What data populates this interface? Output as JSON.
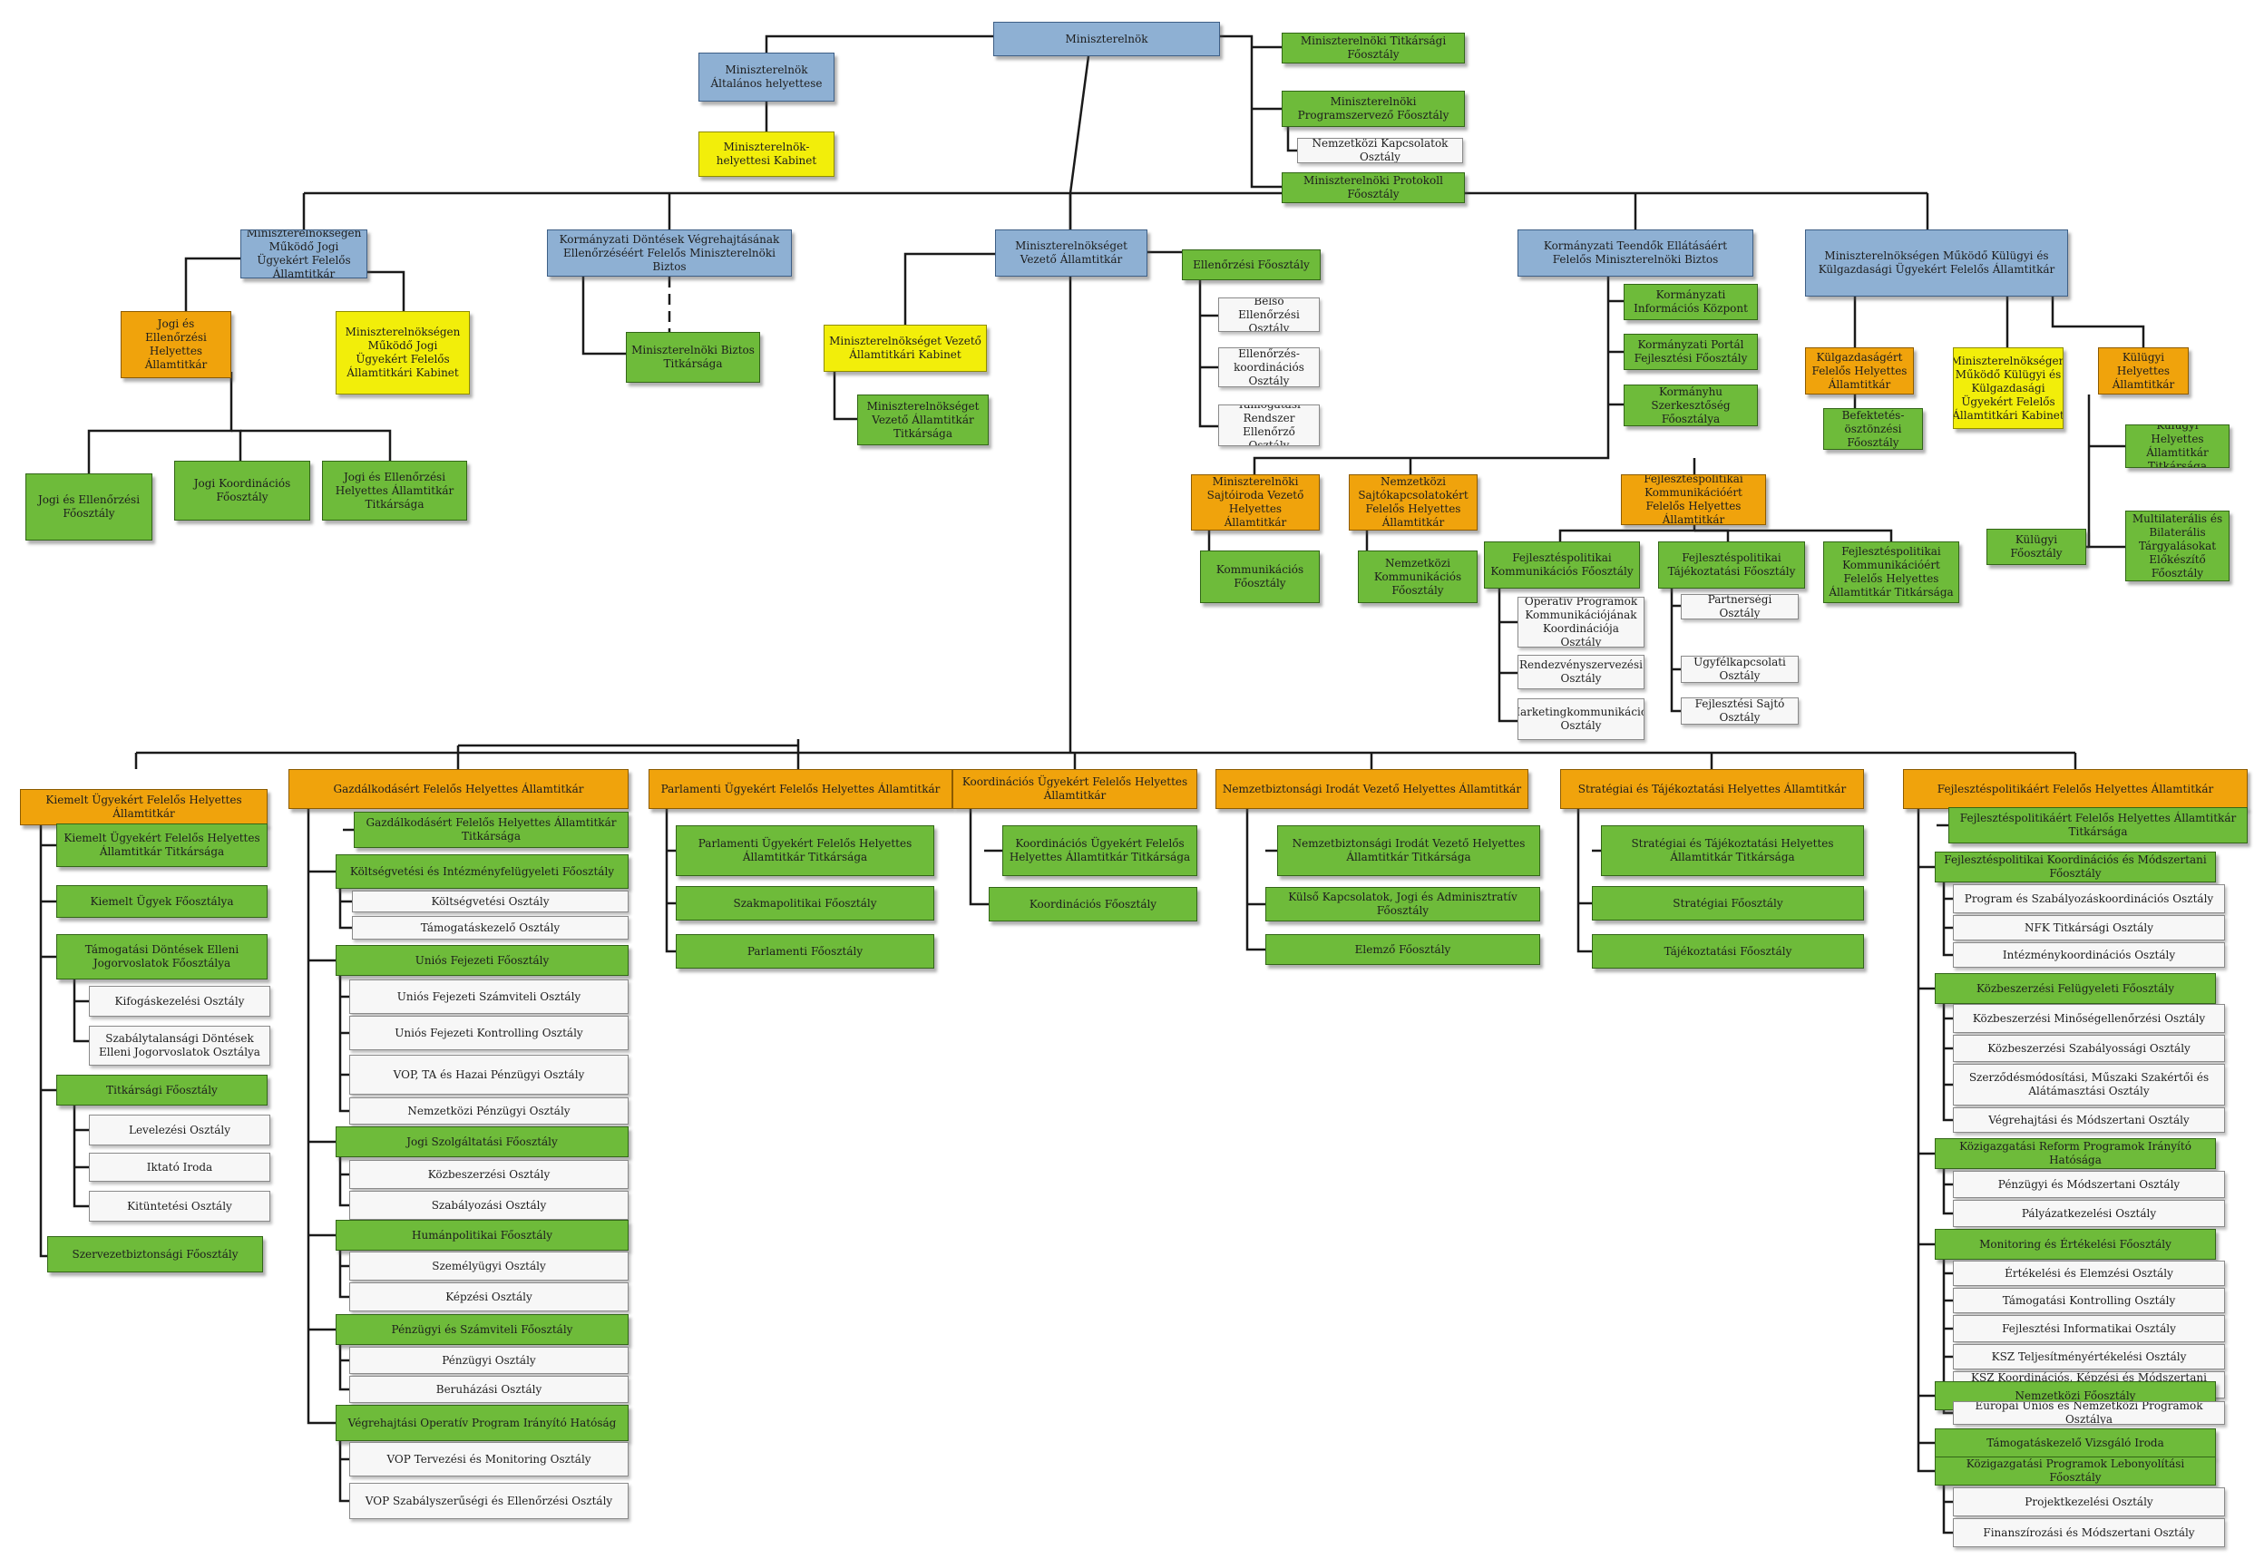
{
  "nodes": {
    "root": "Miniszterelnök",
    "n_alt": "Miniszterelnök Általános helyettese",
    "n_altkab": "Miniszterelnök-helyettesi Kabinet",
    "n_titk": "Miniszterelnöki Titkársági Főosztály",
    "n_prog": "Miniszterelnöki Programszervező Főosztály",
    "n_nemz": "Nemzetközi Kapcsolatok Osztály",
    "n_prot": "Miniszterelnöki Protokoll Főosztály",
    "b1": "Miniszterelnökségen Működő Jogi Ügyekért Felelős Államtitkár",
    "b1_o": "Jogi és Ellenőrzési Helyettes Államtitkár",
    "b1_y": "Miniszterelnökségen Működő Jogi Ügyekért Felelős Államtitkári Kabinet",
    "b1_g1": "Jogi és Ellenőrzési Főosztály",
    "b1_g2": "Jogi Koordinációs Főosztály",
    "b1_g3": "Jogi és Ellenőrzési Helyettes Államtitkár Titkársága",
    "b2": "Kormányzati Döntések Végrehajtásának Ellenőrzéséért Felelős Miniszterelnöki Biztos",
    "b2_g": "Miniszterelnöki Biztos Titkársága",
    "b3": "Miniszterelnökséget Vezető Államtitkár",
    "b3_y": "Miniszterelnökséget Vezető Államtitkári Kabinet",
    "b3_g": "Miniszterelnökséget Vezető Államtitkár Titkársága",
    "b3_e": "Ellenőrzési Főosztály",
    "b3_e1": "Belső Ellenőrzési Osztály",
    "b3_e2": "Ellenőrzés-koordinációs Osztály",
    "b3_e3": "Támogatási Rendszer Ellenőrző Osztály",
    "b4": "Kormányzati Teendők Ellátásáért Felelős Miniszterelnöki Biztos",
    "b4_g1": "Kormányzati Információs Központ",
    "b4_g2": "Kormányzati Portál Fejlesztési Főosztály",
    "b4_g3": "Kormányhu Szerkesztőség Főosztálya",
    "o1": "Miniszterelnöki Sajtóiroda Vezető Helyettes Államtitkár",
    "o1_g": "Kommunikációs Főosztály",
    "o2": "Nemzetközi Sajtókapcsolatokért Felelős Helyettes Államtitkár",
    "o2_g": "Nemzetközi Kommunikációs Főosztály",
    "o3": "Fejlesztéspolitikai Kommunikációért Felelős Helyettes Államtitkár",
    "o3_g1": "Fejlesztéspolitikai Kommunikációs Főosztály",
    "o3_w1": "Operatív Programok Kommunikációjának Koordinációja Osztály",
    "o3_w2": "Rendezvényszervezési Osztály",
    "o3_w3": "Marketingkommunikációs Osztály",
    "o3_g2": "Fejlesztéspolitikai Tájékoztatási Főosztály",
    "o3_w4": "Partnerségi Osztály",
    "o3_w5": "Ügyfélkapcsolati Osztály",
    "o3_w6": "Fejlesztési Sajtó Osztály",
    "o3_g3": "Fejlesztéspolitikai Kommunikációért Felelős Helyettes Államtitkár Titkársága",
    "b5": "Miniszterelnökségen Működő Külügyi és Külgazdasági Ügyekért Felelős Államtitkár",
    "b5_o1": "Külgazdaságért Felelős Helyettes Államtitkár",
    "b5_g1": "Befektetés-ösztönzési Főosztály",
    "b5_y": "Miniszterelnökségen Működő Külügyi és Külgazdasági Ügyekért Felelős Államtitkári Kabinet",
    "b5_o2": "Külügyi Helyettes Államtitkár",
    "b5_g2": "Külügyi Helyettes Államtitkár Titkársága",
    "b5_g3": "Külügyi Főosztály",
    "b5_g4": "Multilaterális és Bilaterális Tárgyalásokat Előkészítő Főosztály",
    "c1": "Kiemelt Ügyekért Felelős Helyettes Államtitkár",
    "c1_a": "Kiemelt Ügyekért Felelős Helyettes Államtitkár Titkársága",
    "c1_b": "Kiemelt Ügyek Főosztálya",
    "c1_c": "Támogatási Döntések Elleni Jogorvoslatok Főosztálya",
    "c1_c1": "Kifogáskezelési Osztály",
    "c1_c2": "Szabálytalansági Döntések Elleni Jogorvoslatok Osztálya",
    "c1_d": "Titkársági Főosztály",
    "c1_d1": "Levelezési Osztály",
    "c1_d2": "Iktató Iroda",
    "c1_d3": "Kitüntetési Osztály",
    "c1_e": "Szervezetbiztonsági Főosztály",
    "c2": "Gazdálkodásért Felelős Helyettes Államtitkár",
    "c2_a": "Gazdálkodásért Felelős Helyettes Államtitkár Titkársága",
    "c2_b": "Költségvetési és Intézményfelügyeleti Főosztály",
    "c2_b1": "Költségvetési Osztály",
    "c2_b2": "Támogatáskezelő Osztály",
    "c2_c": "Uniós Fejezeti Főosztály",
    "c2_c1": "Uniós Fejezeti Számviteli Osztály",
    "c2_c2": "Uniós Fejezeti Kontrolling Osztály",
    "c2_c3": "VOP, TA és Hazai Pénzügyi Osztály",
    "c2_c4": "Nemzetközi Pénzügyi Osztály",
    "c2_d": "Jogi Szolgáltatási Főosztály",
    "c2_d1": "Közbeszerzési Osztály",
    "c2_d2": "Szabályozási Osztály",
    "c2_e": "Humánpolitikai Főosztály",
    "c2_e1": "Személyügyi Osztály",
    "c2_e2": "Képzési Osztály",
    "c2_f": "Pénzügyi és Számviteli Főosztály",
    "c2_f1": "Pénzügyi Osztály",
    "c2_f2": "Beruházási Osztály",
    "c2_g": "Végrehajtási Operatív Program Irányító Hatóság",
    "c2_g1": "VOP Tervezési és Monitoring Osztály",
    "c2_g2": "VOP Szabályszerűségi és Ellenőrzési Osztály",
    "c3": "Parlamenti Ügyekért Felelős Helyettes Államtitkár",
    "c3_a": "Parlamenti Ügyekért Felelős Helyettes Államtitkár Titkársága",
    "c3_b": "Szakmapolitikai Főosztály",
    "c3_c": "Parlamenti Főosztály",
    "c4": "Koordinációs Ügyekért Felelős Helyettes Államtitkár",
    "c4_a": "Koordinációs Ügyekért Felelős Helyettes Államtitkár Titkársága",
    "c4_b": "Koordinációs Főosztály",
    "c5": "Nemzetbiztonsági Irodát Vezető Helyettes Államtitkár",
    "c5_a": "Nemzetbiztonsági Irodát Vezető Helyettes Államtitkár Titkársága",
    "c5_b": "Külső Kapcsolatok, Jogi és Adminisztratív Főosztály",
    "c5_c": "Elemző Főosztály",
    "c6": "Stratégiai és Tájékoztatási Helyettes Államtitkár",
    "c6_a": "Stratégiai és Tájékoztatási Helyettes Államtitkár Titkársága",
    "c6_b": "Stratégiai Főosztály",
    "c6_c": "Tájékoztatási Főosztály",
    "c7": "Fejlesztéspolitikáért Felelős Helyettes Államtitkár",
    "c7_a": "Fejlesztéspolitikáért Felelős Helyettes Államtitkár Titkársága",
    "c7_b": "Fejlesztéspolitikai Koordinációs és Módszertani Főosztály",
    "c7_b1": "Program és Szabályozáskoordinációs Osztály",
    "c7_b2": "NFK Titkársági Osztály",
    "c7_b3": "Intézménykoordinációs Osztály",
    "c7_c": "Közbeszerzési Felügyeleti Főosztály",
    "c7_c1": "Közbeszerzési Minőségellenőrzési Osztály",
    "c7_c2": "Közbeszerzési Szabályossági Osztály",
    "c7_c3": "Szerződésmódosítási, Műszaki Szakértői és Alátámasztási Osztály",
    "c7_c4": "Végrehajtási és Módszertani Osztály",
    "c7_d": "Közigazgatási Reform Programok Irányító Hatósága",
    "c7_d1": "Pénzügyi és Módszertani Osztály",
    "c7_d2": "Pályázatkezelési Osztály",
    "c7_e": "Monitoring és Értékelési Főosztály",
    "c7_e1": "Értékelési és Elemzési Osztály",
    "c7_e2": "Támogatási Kontrolling Osztály",
    "c7_e3": "Fejlesztési Informatikai Osztály",
    "c7_e4": "KSZ Teljesítményértékelési Osztály",
    "c7_e5": "KSZ Koordinációs, Képzési és Módszertani Osztály",
    "c7_f": "Nemzetközi Főosztály",
    "c7_f1": "Európai Uniós és Nemzetközi Programok Osztálya",
    "c7_g": "Támogatáskezelő Vizsgáló Iroda",
    "c7_h": "Közigazgatási Programok Lebonyolítási Főosztály",
    "c7_h1": "Projektkezelési Osztály",
    "c7_h2": "Finanszírozási és Módszertani Osztály"
  },
  "colors": {
    "blue": "#8eb0d3",
    "yellow": "#f2ee0a",
    "orange": "#f0a30c",
    "green": "#6ebb3a",
    "white": "#f7f7f7",
    "connector": "#1a1a1a"
  }
}
